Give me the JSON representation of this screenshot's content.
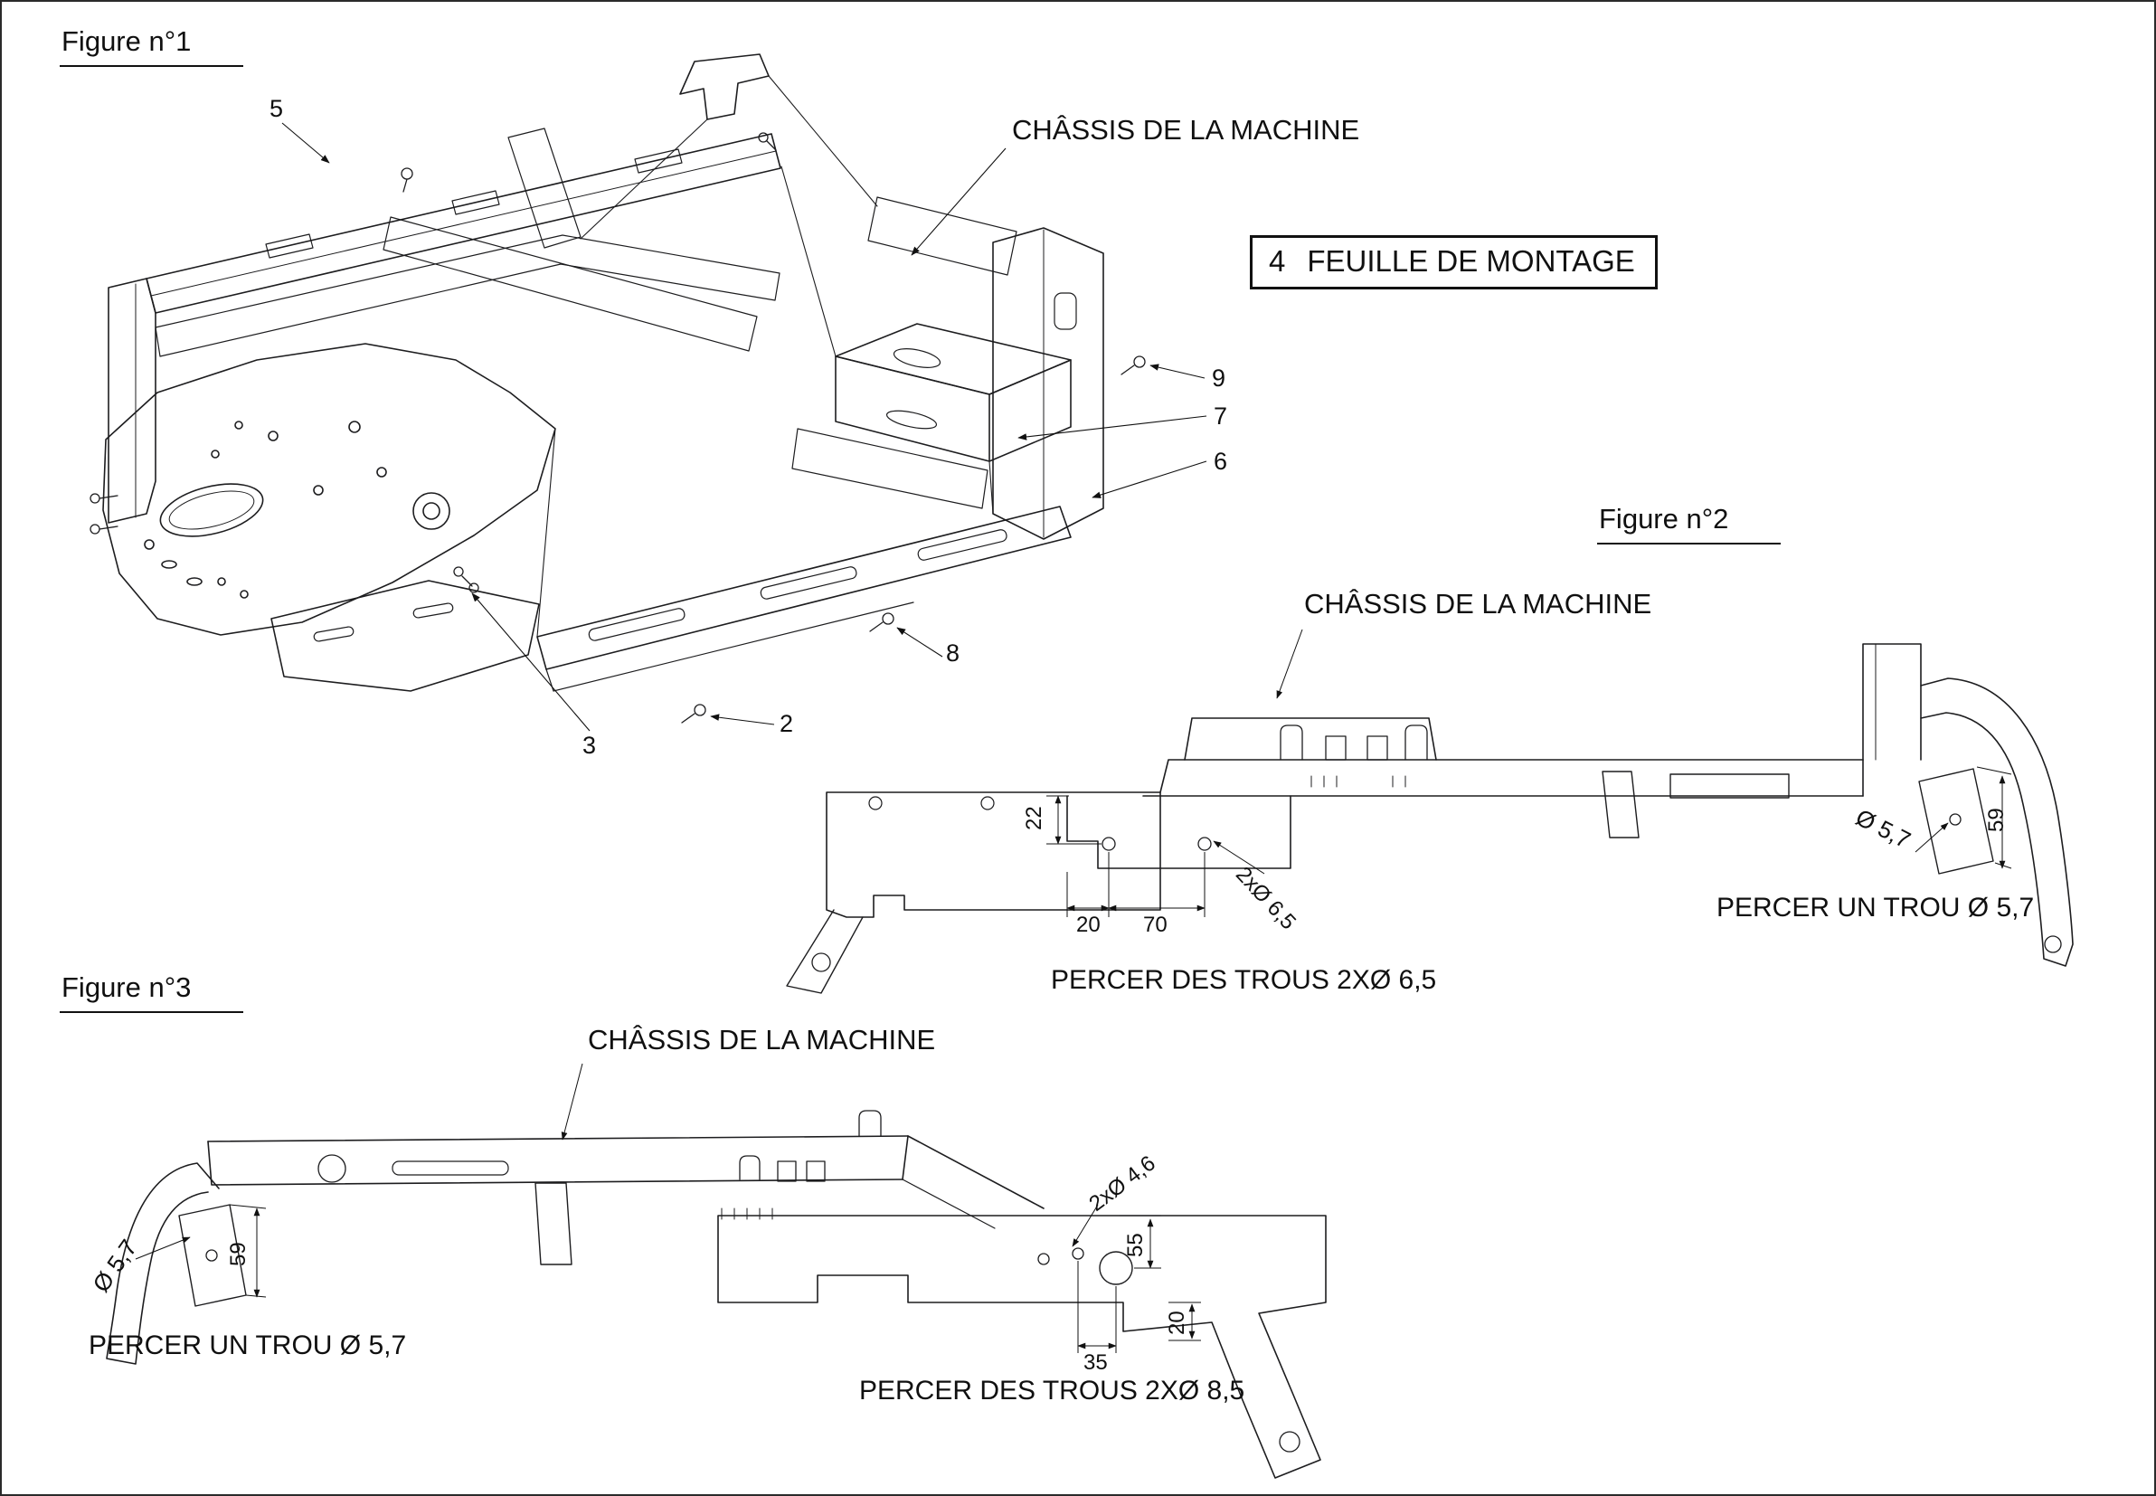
{
  "fig1": {
    "title": "Figure n°1",
    "chassis_label": "CHÂSSIS DE LA MACHINE",
    "montage_number": "4",
    "montage_label": "FEUILLE DE MONTAGE",
    "callouts": [
      "5",
      "9",
      "7",
      "6",
      "8",
      "2",
      "3"
    ]
  },
  "fig2": {
    "title": "Figure n°2",
    "chassis_label": "CHÂSSIS DE LA MACHINE",
    "dim_22": "22",
    "dim_20": "20",
    "dim_70": "70",
    "dim_holes": "2xØ 6,5",
    "dim_dia": "Ø 5,7",
    "dim_59": "59",
    "note_hole": "PERCER UN TROU Ø 5,7",
    "note_holes": "PERCER DES TROUS 2XØ 6,5"
  },
  "fig3": {
    "title": "Figure n°3",
    "chassis_label": "CHÂSSIS DE LA MACHINE",
    "dim_dia": "Ø 5,7",
    "dim_59": "59",
    "dim_holes": "2xØ 4,6",
    "dim_55": "55",
    "dim_20": "20",
    "dim_35": "35",
    "note_hole": "PERCER UN TROU Ø 5,7",
    "note_holes": "PERCER DES TROUS 2XØ 8,5"
  }
}
